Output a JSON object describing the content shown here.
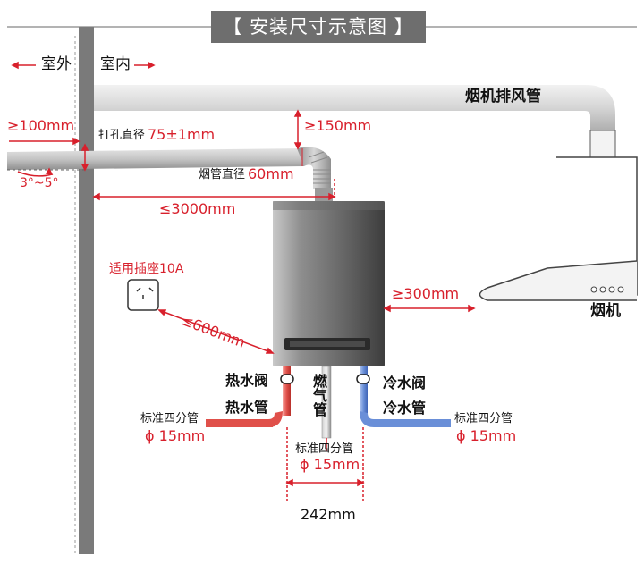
{
  "title": "【 安装尺寸示意图 】",
  "labels": {
    "outdoor": "室外",
    "indoor": "室内",
    "exhaust_pipe": "烟机排风管",
    "wall_gap": "≥100mm",
    "hole_diameter_label": "打孔直径",
    "hole_diameter_value": "75±1mm",
    "top_gap": "≥150mm",
    "flue_diameter_label": "烟管直径",
    "flue_diameter_value": "60mm",
    "slope": "3°~5°",
    "flue_length": "≤3000mm",
    "socket_label": "适用插座10A",
    "socket_distance": "≤600mm",
    "hood_distance": "≥300mm",
    "range_hood": "烟机",
    "hot_valve": "热水阀",
    "hot_pipe": "热水管",
    "gas_pipe": "燃气管",
    "cold_valve": "冷水阀",
    "cold_pipe": "冷水管",
    "hot_spec": "标准四分管",
    "hot_dia": "ϕ 15mm",
    "gas_spec": "标准四分管",
    "gas_dia": "ϕ 15mm",
    "cold_spec": "标准四分管",
    "cold_dia": "ϕ 15mm",
    "pipe_spacing": "242mm"
  },
  "colors": {
    "accent_red": "#d8202c",
    "title_bg": "#6e6e6e",
    "hot_pipe": "#e0504a",
    "cold_pipe": "#6a8fd8",
    "wall": "#7a7a7a"
  }
}
